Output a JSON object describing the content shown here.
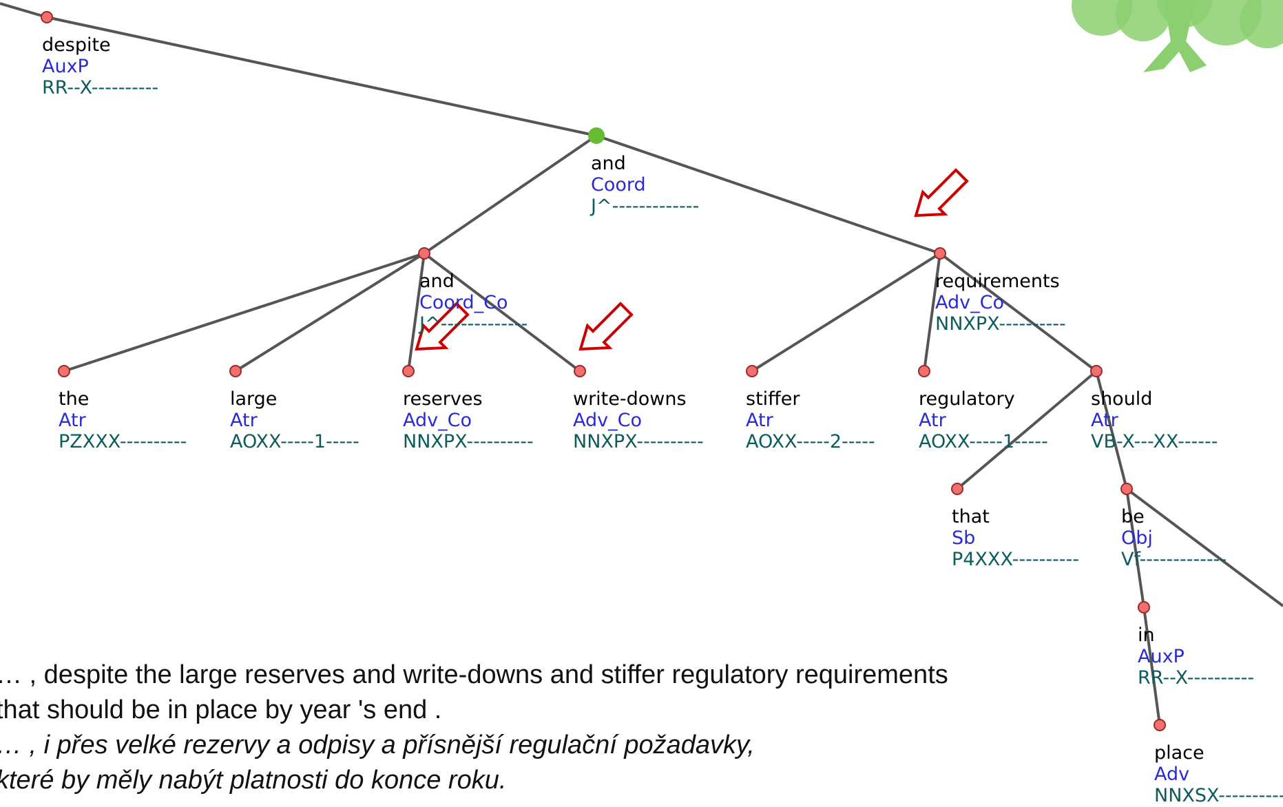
{
  "colors": {
    "edge": "#555555",
    "node_fill": "#f07070",
    "node_stroke": "#9a2a2a",
    "root_node_fill": "#66bb33",
    "arrow": "#cc0000",
    "form": "#000000",
    "afun": "#2a2ad6",
    "tag": "#0c5c5c",
    "tree_logo": "#8ccf70"
  },
  "icons": [
    "tree-logo-icon",
    "highlight-arrow-icon"
  ],
  "nodes": [
    {
      "id": "despite",
      "form": "despite",
      "afun": "AuxP",
      "tag": "RR--X----------"
    },
    {
      "id": "and_root",
      "form": "and",
      "afun": "Coord",
      "tag": "J^-------------"
    },
    {
      "id": "and_co",
      "form": "and",
      "afun": "Coord_Co",
      "tag": "J^-------------"
    },
    {
      "id": "requirements",
      "form": "requirements",
      "afun": "Adv_Co",
      "tag": "NNXPX----------"
    },
    {
      "id": "the",
      "form": "the",
      "afun": "Atr",
      "tag": "PZXXX----------"
    },
    {
      "id": "large",
      "form": "large",
      "afun": "Atr",
      "tag": "AOXX-----1-----"
    },
    {
      "id": "reserves",
      "form": "reserves",
      "afun": "Adv_Co",
      "tag": "NNXPX----------"
    },
    {
      "id": "writedowns",
      "form": "write-downs",
      "afun": "Adv_Co",
      "tag": "NNXPX----------"
    },
    {
      "id": "stiffer",
      "form": "stiffer",
      "afun": "Atr",
      "tag": "AOXX-----2-----"
    },
    {
      "id": "regulatory",
      "form": "regulatory",
      "afun": "Atr",
      "tag": "AOXX-----1-----"
    },
    {
      "id": "should",
      "form": "should",
      "afun": "Atr",
      "tag": "VB-X---XX------"
    },
    {
      "id": "that",
      "form": "that",
      "afun": "Sb",
      "tag": "P4XXX----------"
    },
    {
      "id": "be",
      "form": "be",
      "afun": "Obj",
      "tag": "Vf-------------"
    },
    {
      "id": "in",
      "form": "in",
      "afun": "AuxP",
      "tag": "RR--X----------"
    },
    {
      "id": "place",
      "form": "place",
      "afun": "Adv",
      "tag": "NNXSX----------"
    }
  ],
  "edges": [
    [
      "despite",
      "and_root"
    ],
    [
      "and_root",
      "and_co"
    ],
    [
      "and_root",
      "requirements"
    ],
    [
      "and_co",
      "the"
    ],
    [
      "and_co",
      "large"
    ],
    [
      "and_co",
      "reserves"
    ],
    [
      "and_co",
      "writedowns"
    ],
    [
      "requirements",
      "stiffer"
    ],
    [
      "requirements",
      "regulatory"
    ],
    [
      "requirements",
      "should"
    ],
    [
      "should",
      "that"
    ],
    [
      "should",
      "be"
    ],
    [
      "be",
      "in"
    ],
    [
      "in",
      "place"
    ]
  ],
  "root_node": "and_root",
  "highlighted_nodes": [
    "requirements",
    "reserves",
    "writedowns"
  ],
  "sentence_en": [
    "… , despite the large reserves and write-downs and stiffer regulatory requirements",
    "that should be in place by year 's end ."
  ],
  "sentence_cz": [
    "… , i přes velké rezervy a odpisy a přísnější regulační požadavky,",
    "které by měly nabýt platnosti do konce roku."
  ]
}
